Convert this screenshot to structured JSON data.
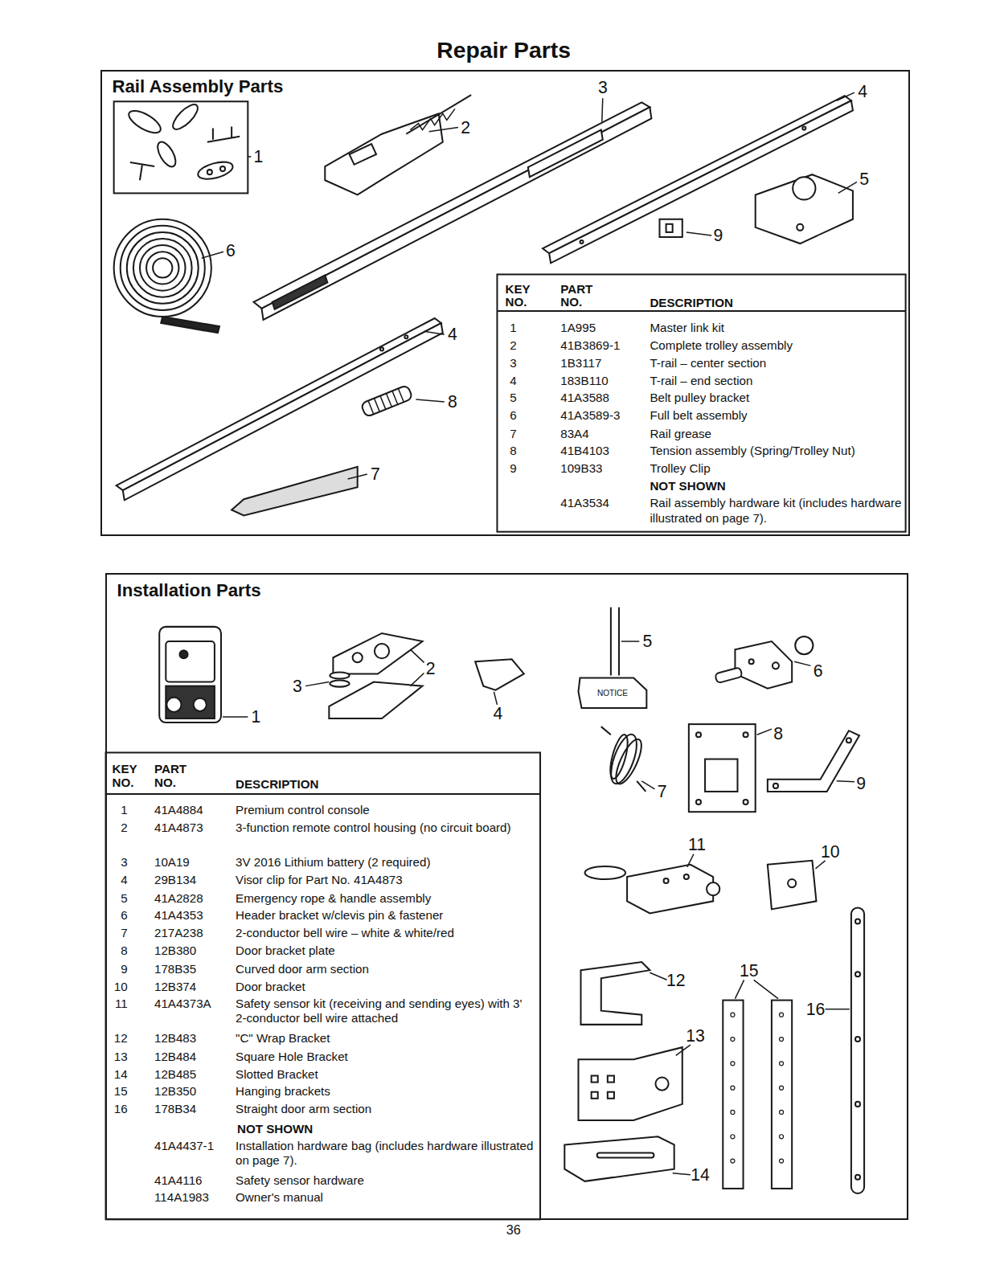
{
  "diagram": {
    "title": "Repair Parts",
    "nodes": [
      {
        "text": [
          "Rail Assembly Parts"
        ]
      },
      {
        "text": [
          "Installation Parts"
        ]
      }
    ],
    "labels": [
      "1",
      "2",
      "3",
      "4",
      "5",
      "6",
      "9",
      "4",
      "8",
      "7",
      "KEY NO.",
      "PART NO.",
      "DESCRIPTION",
      "1",
      "1A995",
      "Master link kit",
      "2",
      "41B3869-1",
      "Complete trolley assembly",
      "3",
      "1B3117",
      "T-rail – center section",
      "4",
      "183B110",
      "T-rail – end section",
      "5",
      "41A3588",
      "Belt pulley bracket",
      "6",
      "41A3589-3",
      "Full belt assembly",
      "7",
      "83A4",
      "Rail grease",
      "8",
      "41B4103",
      "Tension assembly (Spring/Trolley Nut)",
      "9",
      "109B33",
      "Trolley Clip",
      "NOT SHOWN",
      "41A3534",
      "Rail assembly hardware kit (includes hardware illustrated on page 7).",
      "1",
      "2",
      "3",
      "4",
      "5",
      "6",
      "7",
      "8",
      "9",
      "10",
      "11",
      "12",
      "13",
      "14",
      "15",
      "16",
      "NOTICE",
      "KEY NO.",
      "PART NO.",
      "DESCRIPTION",
      "1",
      "41A4884",
      "Premium control console",
      "2",
      "41A4873",
      "3-function remote control housing (no circuit board)",
      "3",
      "10A19",
      "3V 2016 Lithium battery (2 required)",
      "4",
      "29B134",
      "Visor clip for Part No. 41A4873",
      "5",
      "41A2828",
      "Emergency rope & handle assembly",
      "6",
      "41A4353",
      "Header bracket w/clevis pin & fastener",
      "7",
      "217A238",
      "2-conductor bell wire – white & white/red",
      "8",
      "12B380",
      "Door bracket plate",
      "9",
      "178B35",
      "Curved door arm section",
      "10",
      "12B374",
      "Door bracket",
      "11",
      "41A4373A",
      "Safety sensor kit (receiving and sending eyes) with 3' 2-conductor bell wire attached",
      "12",
      "12B483",
      "\"C\" Wrap Bracket",
      "13",
      "12B484",
      "Square Hole Bracket",
      "14",
      "12B485",
      "Slotted Bracket",
      "15",
      "12B350",
      "Hanging brackets",
      "16",
      "178B34",
      "Straight door arm section",
      "NOT SHOWN",
      "41A4437-1",
      "Installation hardware bag (includes hardware illustrated on page 7).",
      "41A4116",
      "Safety sensor hardware",
      "114A1983",
      "Owner's manual",
      "36"
    ]
  }
}
